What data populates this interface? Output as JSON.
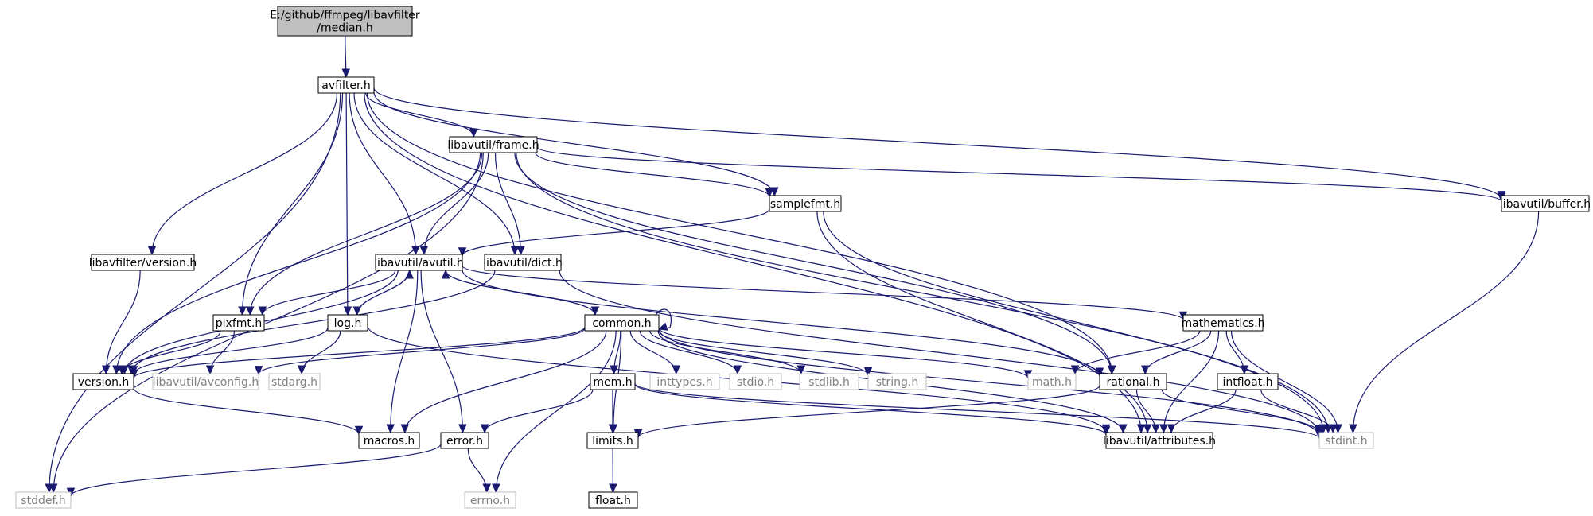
{
  "colors": {
    "edge": "#191970",
    "node_border": "#000000",
    "external_border": "#bfbfbf",
    "external_text": "#808080",
    "root_fill": "#bfbfbf",
    "node_fill": "#ffffff"
  },
  "nodes": [
    {
      "id": "median",
      "label": "E:/github/ffmpeg/libavfilter\n/median.h",
      "kind": "root"
    },
    {
      "id": "avfilter",
      "label": "avfilter.h",
      "kind": "internal"
    },
    {
      "id": "frame",
      "label": "libavutil/frame.h",
      "kind": "internal"
    },
    {
      "id": "samplefmt",
      "label": "samplefmt.h",
      "kind": "internal"
    },
    {
      "id": "buffer",
      "label": "libavutil/buffer.h",
      "kind": "internal"
    },
    {
      "id": "lfversion",
      "label": "libavfilter/version.h",
      "kind": "internal"
    },
    {
      "id": "avutil",
      "label": "libavutil/avutil.h",
      "kind": "internal"
    },
    {
      "id": "dict",
      "label": "libavutil/dict.h",
      "kind": "internal"
    },
    {
      "id": "pixfmt",
      "label": "pixfmt.h",
      "kind": "internal"
    },
    {
      "id": "log",
      "label": "log.h",
      "kind": "internal"
    },
    {
      "id": "common",
      "label": "common.h",
      "kind": "internal"
    },
    {
      "id": "mathematics",
      "label": "mathematics.h",
      "kind": "internal"
    },
    {
      "id": "version",
      "label": "version.h",
      "kind": "internal"
    },
    {
      "id": "avconfig",
      "label": "libavutil/avconfig.h",
      "kind": "external"
    },
    {
      "id": "stdarg",
      "label": "stdarg.h",
      "kind": "external"
    },
    {
      "id": "mem",
      "label": "mem.h",
      "kind": "internal"
    },
    {
      "id": "inttypes",
      "label": "inttypes.h",
      "kind": "external"
    },
    {
      "id": "stdio",
      "label": "stdio.h",
      "kind": "external"
    },
    {
      "id": "stdlib",
      "label": "stdlib.h",
      "kind": "external"
    },
    {
      "id": "string",
      "label": "string.h",
      "kind": "external"
    },
    {
      "id": "math",
      "label": "math.h",
      "kind": "external"
    },
    {
      "id": "rational",
      "label": "rational.h",
      "kind": "internal"
    },
    {
      "id": "intfloat",
      "label": "intfloat.h",
      "kind": "internal"
    },
    {
      "id": "macros",
      "label": "macros.h",
      "kind": "internal"
    },
    {
      "id": "error",
      "label": "error.h",
      "kind": "internal"
    },
    {
      "id": "limits",
      "label": "limits.h",
      "kind": "internal"
    },
    {
      "id": "attributes",
      "label": "libavutil/attributes.h",
      "kind": "internal"
    },
    {
      "id": "stdint",
      "label": "stdint.h",
      "kind": "external"
    },
    {
      "id": "stddef",
      "label": "stddef.h",
      "kind": "external"
    },
    {
      "id": "errno",
      "label": "errno.h",
      "kind": "external"
    },
    {
      "id": "float",
      "label": "float.h",
      "kind": "internal"
    }
  ],
  "edges": [
    [
      "median",
      "avfilter"
    ],
    [
      "avfilter",
      "frame"
    ],
    [
      "avfilter",
      "samplefmt"
    ],
    [
      "avfilter",
      "buffer"
    ],
    [
      "avfilter",
      "lfversion"
    ],
    [
      "avfilter",
      "avutil"
    ],
    [
      "avfilter",
      "dict"
    ],
    [
      "avfilter",
      "pixfmt"
    ],
    [
      "avfilter",
      "log"
    ],
    [
      "avfilter",
      "rational"
    ],
    [
      "avfilter",
      "attributes"
    ],
    [
      "avfilter",
      "stddef"
    ],
    [
      "frame",
      "samplefmt"
    ],
    [
      "frame",
      "buffer"
    ],
    [
      "frame",
      "avutil"
    ],
    [
      "frame",
      "dict"
    ],
    [
      "frame",
      "pixfmt"
    ],
    [
      "frame",
      "version"
    ],
    [
      "frame",
      "rational"
    ],
    [
      "frame",
      "stdint"
    ],
    [
      "frame",
      "stddef"
    ],
    [
      "samplefmt",
      "avutil"
    ],
    [
      "samplefmt",
      "attributes"
    ],
    [
      "samplefmt",
      "stdint"
    ],
    [
      "buffer",
      "stdint"
    ],
    [
      "lfversion",
      "version"
    ],
    [
      "avutil",
      "pixfmt"
    ],
    [
      "avutil",
      "log"
    ],
    [
      "avutil",
      "common"
    ],
    [
      "avutil",
      "mathematics"
    ],
    [
      "avutil",
      "version"
    ],
    [
      "avutil",
      "macros"
    ],
    [
      "avutil",
      "error"
    ],
    [
      "avutil",
      "rational"
    ],
    [
      "dict",
      "stdint"
    ],
    [
      "dict",
      "version"
    ],
    [
      "pixfmt",
      "version"
    ],
    [
      "pixfmt",
      "avconfig"
    ],
    [
      "log",
      "avutil"
    ],
    [
      "log",
      "version"
    ],
    [
      "log",
      "stdarg"
    ],
    [
      "log",
      "attributes"
    ],
    [
      "common",
      "common"
    ],
    [
      "common",
      "version"
    ],
    [
      "common",
      "avconfig"
    ],
    [
      "common",
      "mem"
    ],
    [
      "common",
      "inttypes"
    ],
    [
      "common",
      "stdio"
    ],
    [
      "common",
      "stdlib"
    ],
    [
      "common",
      "string"
    ],
    [
      "common",
      "math"
    ],
    [
      "common",
      "attributes"
    ],
    [
      "common",
      "macros"
    ],
    [
      "common",
      "limits"
    ],
    [
      "common",
      "errno"
    ],
    [
      "common",
      "stdint"
    ],
    [
      "common",
      "avutil"
    ],
    [
      "mathematics",
      "math"
    ],
    [
      "mathematics",
      "rational"
    ],
    [
      "mathematics",
      "intfloat"
    ],
    [
      "mathematics",
      "attributes"
    ],
    [
      "mathematics",
      "stdint"
    ],
    [
      "rational",
      "limits"
    ],
    [
      "rational",
      "attributes"
    ],
    [
      "rational",
      "stdint"
    ],
    [
      "intfloat",
      "attributes"
    ],
    [
      "intfloat",
      "stdint"
    ],
    [
      "version",
      "macros"
    ],
    [
      "mem",
      "error"
    ],
    [
      "mem",
      "limits"
    ],
    [
      "mem",
      "attributes"
    ],
    [
      "mem",
      "stdint"
    ],
    [
      "error",
      "errno"
    ],
    [
      "error",
      "stddef"
    ],
    [
      "limits",
      "float"
    ]
  ]
}
